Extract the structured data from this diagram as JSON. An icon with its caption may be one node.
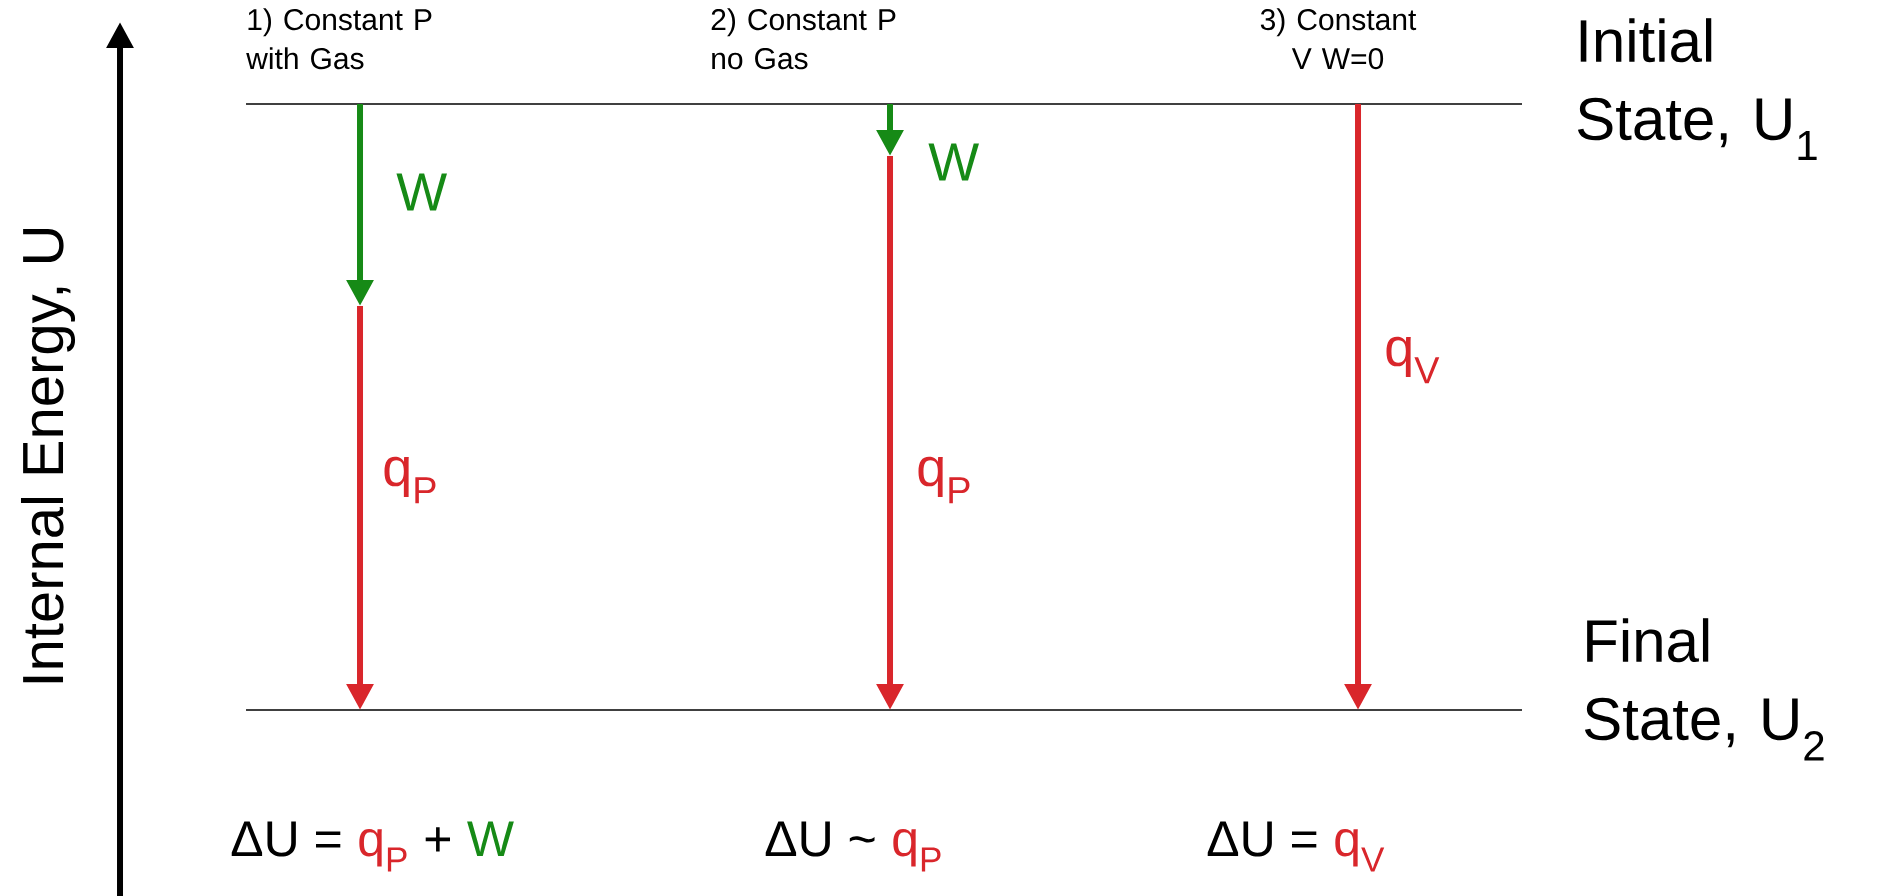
{
  "diagram": {
    "labels": [
      "1) Constant P with Gas",
      "2) Constant P no Gas",
      "3) Constant V W=0",
      "Initial State, U$_{1}$",
      "Internal Energy, U",
      "W",
      "W",
      "q$_{V}$",
      "q$_{P}$",
      "q$_{P}$",
      "Final State, U$_{2}$",
      "ΔU =",
      "q$_{P}$",
      "+",
      "W",
      "ΔU ~",
      "q$_{P}$",
      "ΔU =",
      "q$_{V}$"
    ]
  }
}
